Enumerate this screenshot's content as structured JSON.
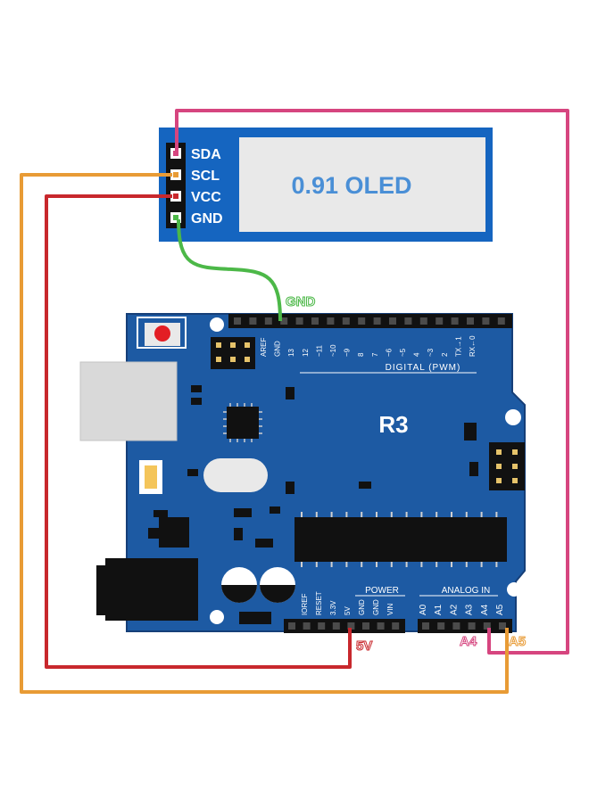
{
  "oled": {
    "title": "0.91 OLED",
    "pins": [
      "SDA",
      "SCL",
      "VCC",
      "GND"
    ]
  },
  "board": {
    "model": "R3",
    "digital_label": "DIGITAL (PWM)",
    "digital_pins": [
      "AREF",
      "GND",
      "13",
      "12",
      "~11",
      "~10",
      "~9",
      "8",
      "7",
      "~6",
      "~5",
      "4",
      "~3",
      "2",
      "TX→1",
      "RX←0"
    ],
    "power_label": "POWER",
    "power_pins": [
      "IOREF",
      "RESET",
      "3.3V",
      "5V",
      "GND",
      "GND",
      "VIN"
    ],
    "analog_label": "ANALOG IN",
    "analog_pins": [
      "A0",
      "A1",
      "A2",
      "A3",
      "A4",
      "A5"
    ]
  },
  "wires": {
    "gnd_label": "GND",
    "vcc_label": "5V",
    "sda_label": "A4",
    "scl_label": "A5"
  },
  "colors": {
    "board_blue": "#1d5aa3",
    "board_dark": "#163f78",
    "oled_blue": "#1565c0",
    "oled_screen": "#e8e8e8",
    "oled_text": "#4a8fd6",
    "wire_sda": "#d6457f",
    "wire_scl": "#e89b35",
    "wire_vcc": "#c8282d",
    "wire_gnd": "#4cb848"
  }
}
